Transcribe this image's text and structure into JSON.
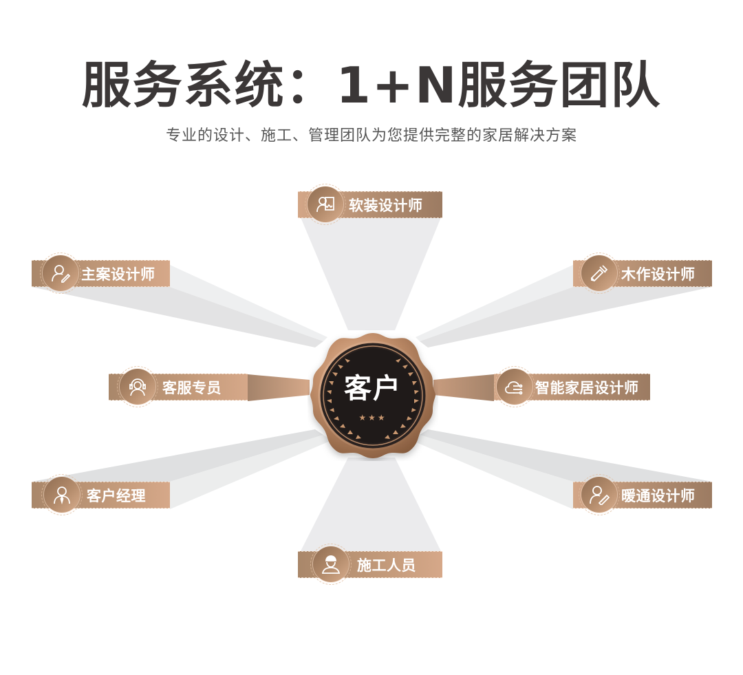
{
  "header": {
    "title": "服务系统：1+N服务团队",
    "subtitle": "专业的设计、施工、管理团队为您提供完整的家居解决方案"
  },
  "center": {
    "label": "客户",
    "stars": "★★★",
    "icon": "laurel-medal-icon"
  },
  "roles": [
    {
      "id": "soft-decoration-designer",
      "label": "软装设计师",
      "icon": "person-picture-icon",
      "position": "top"
    },
    {
      "id": "lead-designer",
      "label": "主案设计师",
      "icon": "person-pencil-icon",
      "position": "upper-left"
    },
    {
      "id": "carpentry-designer",
      "label": "木作设计师",
      "icon": "saw-wood-icon",
      "position": "upper-right"
    },
    {
      "id": "customer-service",
      "label": "客服专员",
      "icon": "headset-person-icon",
      "position": "left"
    },
    {
      "id": "smart-home-designer",
      "label": "智能家居设计师",
      "icon": "cloud-circuit-icon",
      "position": "right"
    },
    {
      "id": "account-manager",
      "label": "客户经理",
      "icon": "person-tie-icon",
      "position": "lower-left"
    },
    {
      "id": "hvac-designer",
      "label": "暖通设计师",
      "icon": "person-ruler-icon",
      "position": "lower-right"
    },
    {
      "id": "construction-worker",
      "label": "施工人员",
      "icon": "hardhat-worker-icon",
      "position": "bottom"
    }
  ],
  "colors": {
    "title": "#3b3737",
    "subtitle": "#555555",
    "tag_dark": "#a9876a",
    "tag_light": "#d6a889",
    "medal_bronze": "#b98a69",
    "medal_center": "#231d1b",
    "beam": "#e6e7e9"
  }
}
